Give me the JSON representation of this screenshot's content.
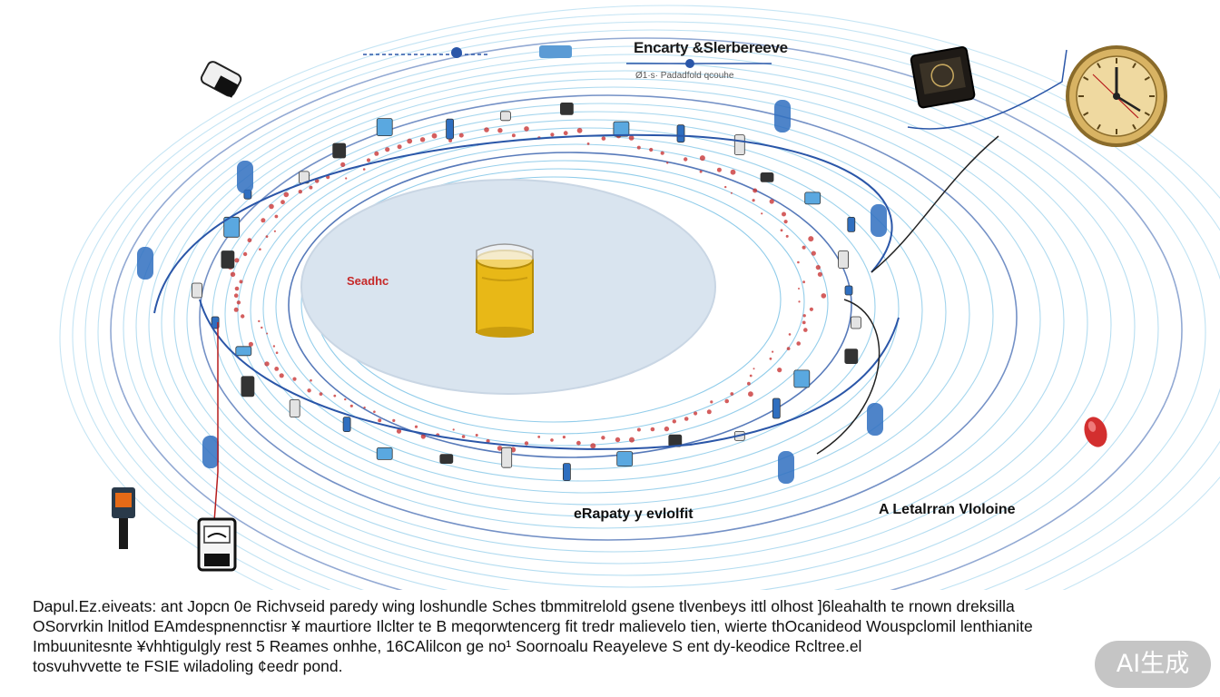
{
  "diagram": {
    "top_title": "Encarty  &Slerbereeve",
    "top_subtitle": "Ø1·s· Padadfold  qcouhe",
    "center_label": "Seadhc",
    "bottom_center_label": "eRapaty  y evlolfit",
    "right_label": "A Letalrran Vloloine",
    "colors": {
      "ring": "#7cc3e6",
      "ring_dark": "#2a56a8",
      "center_disc": "#d9e4ef",
      "accent_red": "#c62828",
      "cylinder": "#e8b817"
    },
    "icons": [
      "glove-icon",
      "timer-box-icon",
      "clock-icon",
      "cylinder-icon",
      "device-icon",
      "meter-icon",
      "red-drop-icon"
    ]
  },
  "caption": {
    "lines": [
      "Dapul.Ez.eiveats:  ant  Jopcn  0e Richvseid paredy  wing loshundle  Sches tbmmitrelold  gsene tlvenbeys  ittl  olhost  ]6leahalth te rnown dreksilla",
      "OSorvrkin lnitlod EAmdespnennctisr ¥ maurtiore Ilclter te  B meqorwtencerg  fit tredr malievelo tien, wierte thOcanideod Wouspclomil lenthianite",
      "Imbuunitesnte  ¥vhhtigulgly rest 5 Reames  onhhe, 16CAlilcon  ge no¹ Soornoalu  Reayeleve  S ent dy-keodice  Rcltree.el",
      "tosvuhvvette  te FSIE  wiladoling  ¢eedr  pond."
    ]
  },
  "badge": {
    "label": "AI生成"
  }
}
